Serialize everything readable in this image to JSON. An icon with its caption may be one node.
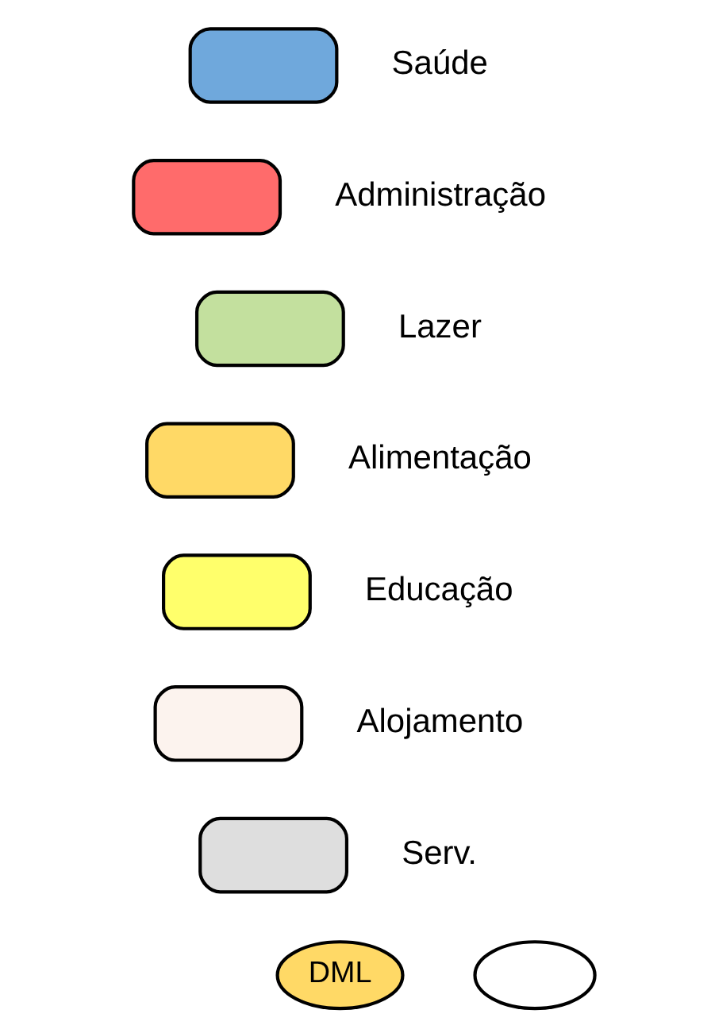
{
  "diagram": {
    "nodes": [
      {
        "text": [
          "DML"
        ]
      },
      {
        "text": [],
        "shape": "circle"
      }
    ],
    "legend": [
      {
        "text": "Saúde",
        "color": "#6fa8dc"
      },
      {
        "text": "Administração",
        "color": "#ff6b6b"
      },
      {
        "text": "Lazer",
        "color": "#c3e09e"
      },
      {
        "text": "Alimentação",
        "color": "#ffd966"
      },
      {
        "text": "Educação",
        "color": "#ffff6b"
      },
      {
        "text": "Alojamento",
        "color": "#fcf3ee"
      },
      {
        "text": "Serv.",
        "color": "#dedede"
      }
    ]
  }
}
